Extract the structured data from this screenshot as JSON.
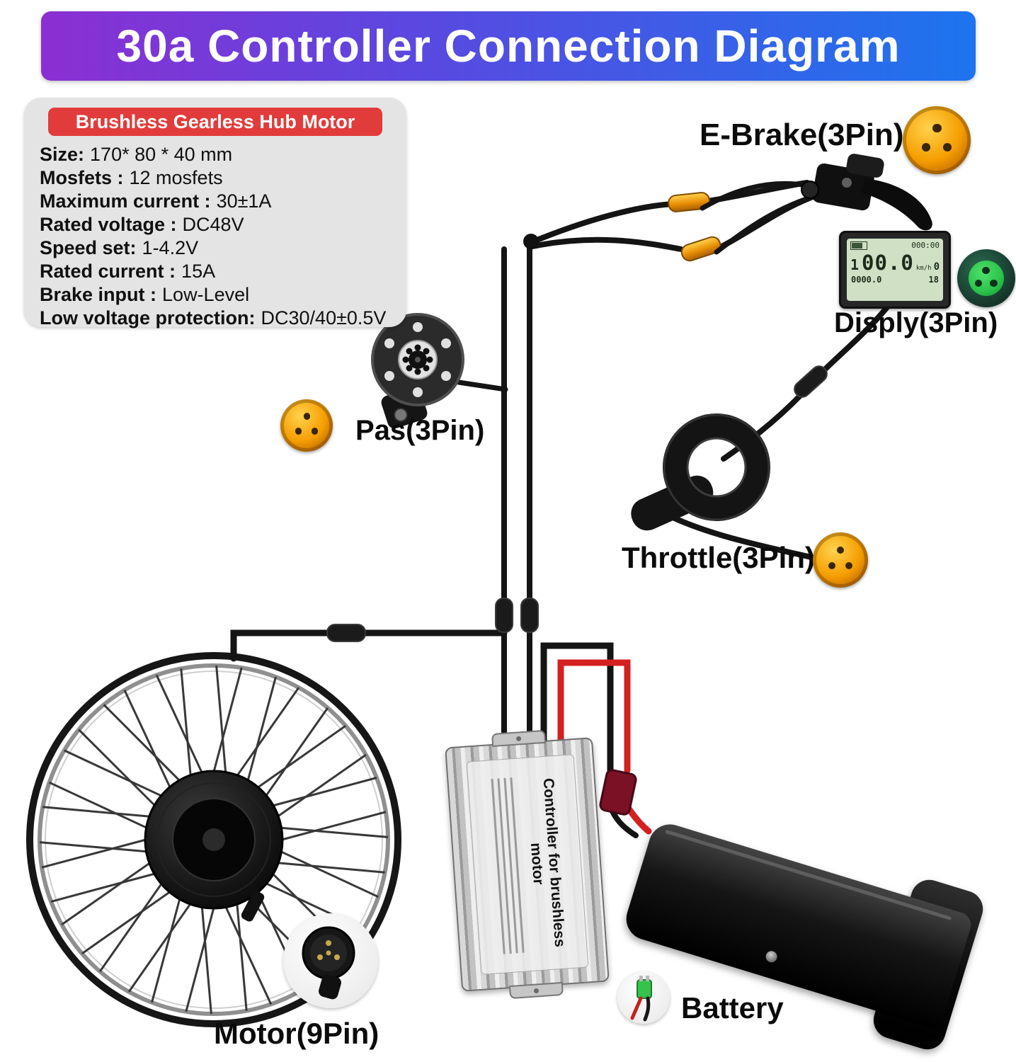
{
  "title": "30a Controller Connection Diagram",
  "spec_box": {
    "header": "Brushless Gearless Hub Motor",
    "rows": [
      {
        "label": "Size:",
        "value": "170* 80 * 40 mm"
      },
      {
        "label": "Mosfets :",
        "value": "12 mosfets"
      },
      {
        "label": "Maximum current :",
        "value": "30±1A"
      },
      {
        "label": "Rated voltage :",
        "value": "DC48V"
      },
      {
        "label": "Speed set:",
        "value": "1-4.2V"
      },
      {
        "label": "Rated current :",
        "value": "15A"
      },
      {
        "label": "Brake input :",
        "value": "Low-Level"
      },
      {
        "label": "Low voltage protection:",
        "value": "DC30/40±0.5V"
      }
    ]
  },
  "labels": {
    "ebrake": "E-Brake(3Pin)",
    "display": "Disply(3Pin)",
    "pas": "Pas(3Pin)",
    "throttle": "Throttle(3Pin)",
    "motor": "Motor(9Pin)",
    "battery": "Battery"
  },
  "controller": {
    "label": "Controller for brushless motor"
  },
  "lcd": {
    "time": "000:00",
    "assist": "1",
    "speed": "00.0",
    "unit": "km/h",
    "odo": "0000.0",
    "watt": "0",
    "temp": "18"
  },
  "colors": {
    "banner_left": "#8b2fd2",
    "banner_right": "#1d74ee",
    "spec_header_bg": "#e23b3b",
    "connector_orange": "#f59e00",
    "connector_green": "#2bc24b",
    "wire_black": "#141414",
    "wire_red": "#d42020"
  }
}
